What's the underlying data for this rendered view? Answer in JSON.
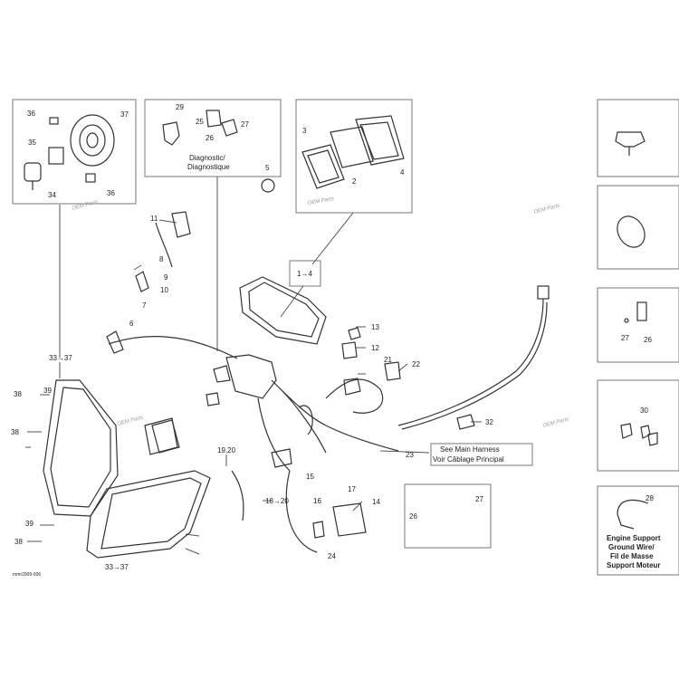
{
  "labels": {
    "diagnostic": [
      "Diagnostic/",
      "Diagnostique"
    ],
    "main_harness": [
      "See Main Harness",
      "Voir Câblage Principal"
    ],
    "engine_support": [
      "Engine Support",
      "Ground Wire/",
      "Fil de Masse",
      "Support Moteur"
    ],
    "highlight_ref": "1→4",
    "corner_code": "mmr2009-006",
    "watermark": "OEM Parts"
  },
  "callouts": [
    {
      "id": "c36a",
      "text": "36"
    },
    {
      "id": "c37a",
      "text": "37"
    },
    {
      "id": "c35",
      "text": "35"
    },
    {
      "id": "c34",
      "text": "34"
    },
    {
      "id": "c36b",
      "text": "36"
    },
    {
      "id": "c29",
      "text": "29"
    },
    {
      "id": "c25",
      "text": "25"
    },
    {
      "id": "c27a",
      "text": "27"
    },
    {
      "id": "c26a",
      "text": "26"
    },
    {
      "id": "c5",
      "text": "5"
    },
    {
      "id": "c3",
      "text": "3"
    },
    {
      "id": "c2",
      "text": "2"
    },
    {
      "id": "c4",
      "text": "4"
    },
    {
      "id": "c11",
      "text": "11"
    },
    {
      "id": "c8",
      "text": "8"
    },
    {
      "id": "c9",
      "text": "9"
    },
    {
      "id": "c10",
      "text": "10"
    },
    {
      "id": "c7",
      "text": "7"
    },
    {
      "id": "c6",
      "text": "6"
    },
    {
      "id": "c13",
      "text": "13"
    },
    {
      "id": "c12",
      "text": "12"
    },
    {
      "id": "c21",
      "text": "21"
    },
    {
      "id": "c22",
      "text": "22"
    },
    {
      "id": "c32",
      "text": "32"
    },
    {
      "id": "c23",
      "text": "23"
    },
    {
      "id": "c27b",
      "text": "27"
    },
    {
      "id": "c26b",
      "text": "26"
    },
    {
      "id": "c30",
      "text": "30"
    },
    {
      "id": "c3337a",
      "text": "33→37"
    },
    {
      "id": "c38a",
      "text": "38"
    },
    {
      "id": "c39a",
      "text": "39"
    },
    {
      "id": "c38b",
      "text": "38"
    },
    {
      "id": "c39b",
      "text": "39"
    },
    {
      "id": "c38c",
      "text": "38"
    },
    {
      "id": "c1920",
      "text": "19,20"
    },
    {
      "id": "c1820",
      "text": "18→20"
    },
    {
      "id": "c15",
      "text": "15"
    },
    {
      "id": "c16",
      "text": "16"
    },
    {
      "id": "c17",
      "text": "17"
    },
    {
      "id": "c14",
      "text": "14"
    },
    {
      "id": "c24",
      "text": "24"
    },
    {
      "id": "c26c",
      "text": "26"
    },
    {
      "id": "c27c",
      "text": "27"
    },
    {
      "id": "c3337b",
      "text": "33→37"
    },
    {
      "id": "c28",
      "text": "28"
    }
  ],
  "colors": {
    "highlight": "#d93a3a",
    "line": "#555555"
  }
}
